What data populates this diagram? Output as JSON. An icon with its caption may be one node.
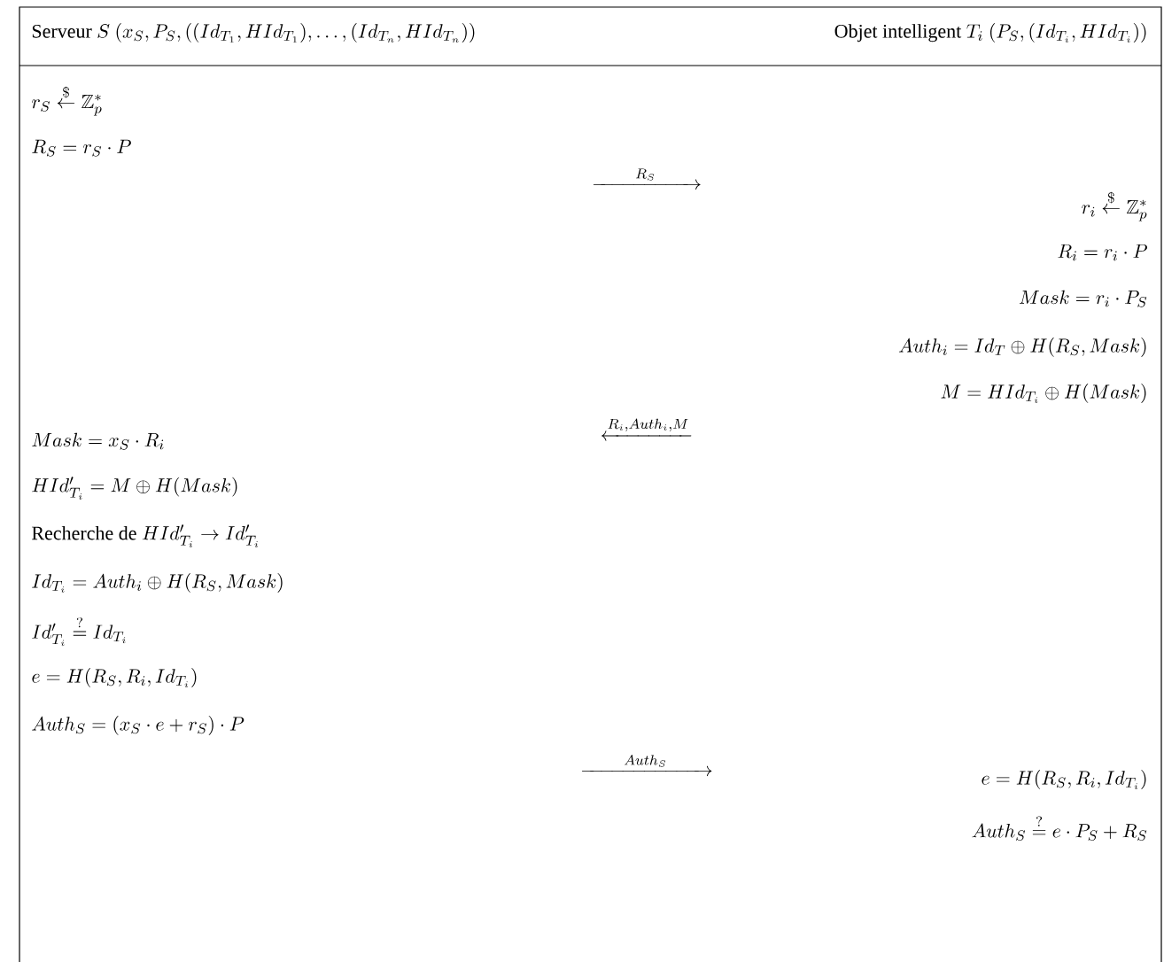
{
  "diagram": {
    "labels": [
      "\\text{Serveur } S\\ (x_S, P_S, ((Id_{T_1}, HId_{T_1}), \\ldots, (Id_{T_n}, HId_{T_n}))",
      "\\text{Objet intelligent } T_i\\ (P_S, (Id_{T_i}, HId_{T_i}))",
      "r_S \\stackrel{\\$}{\\leftarrow} \\mathbb{Z}_p^*",
      "R_S = r_S \\cdot P",
      "\\xrightarrow{\\qquad R_S \\qquad}",
      "r_i \\stackrel{\\$}{\\leftarrow} \\mathbb{Z}_p^*",
      "R_i = r_i \\cdot P",
      "Mask = r_i \\cdot P_S",
      "Auth_i = Id_T \\oplus H(R_S, Mask)",
      "M = HId_{T_i} \\oplus H(Mask)",
      "\\xleftarrow{R_i, Auth_i, M}",
      "Mask = x_S \\cdot R_i",
      "HId'_{T_i} = M \\oplus H(Mask)",
      "\\text{Recherche de } HId'_{T_i} \\rightarrow Id'_{T_i}",
      "Id_{T_i} = Auth_i \\oplus H(R_S, Mask)",
      "Id'_{T_i} \\stackrel{?}{=} Id_{T_i}",
      "e = H(R_S, R_i, Id_{T_i})",
      "Auth_S = (x_S \\cdot e + r_S) \\cdot P",
      "\\xrightarrow{\\qquad Auth_S \\qquad}",
      "e = H(R_S, R_i, Id_{T_i})",
      "Auth_S \\stackrel{?}{=} e \\cdot P_S + R_S"
    ]
  }
}
